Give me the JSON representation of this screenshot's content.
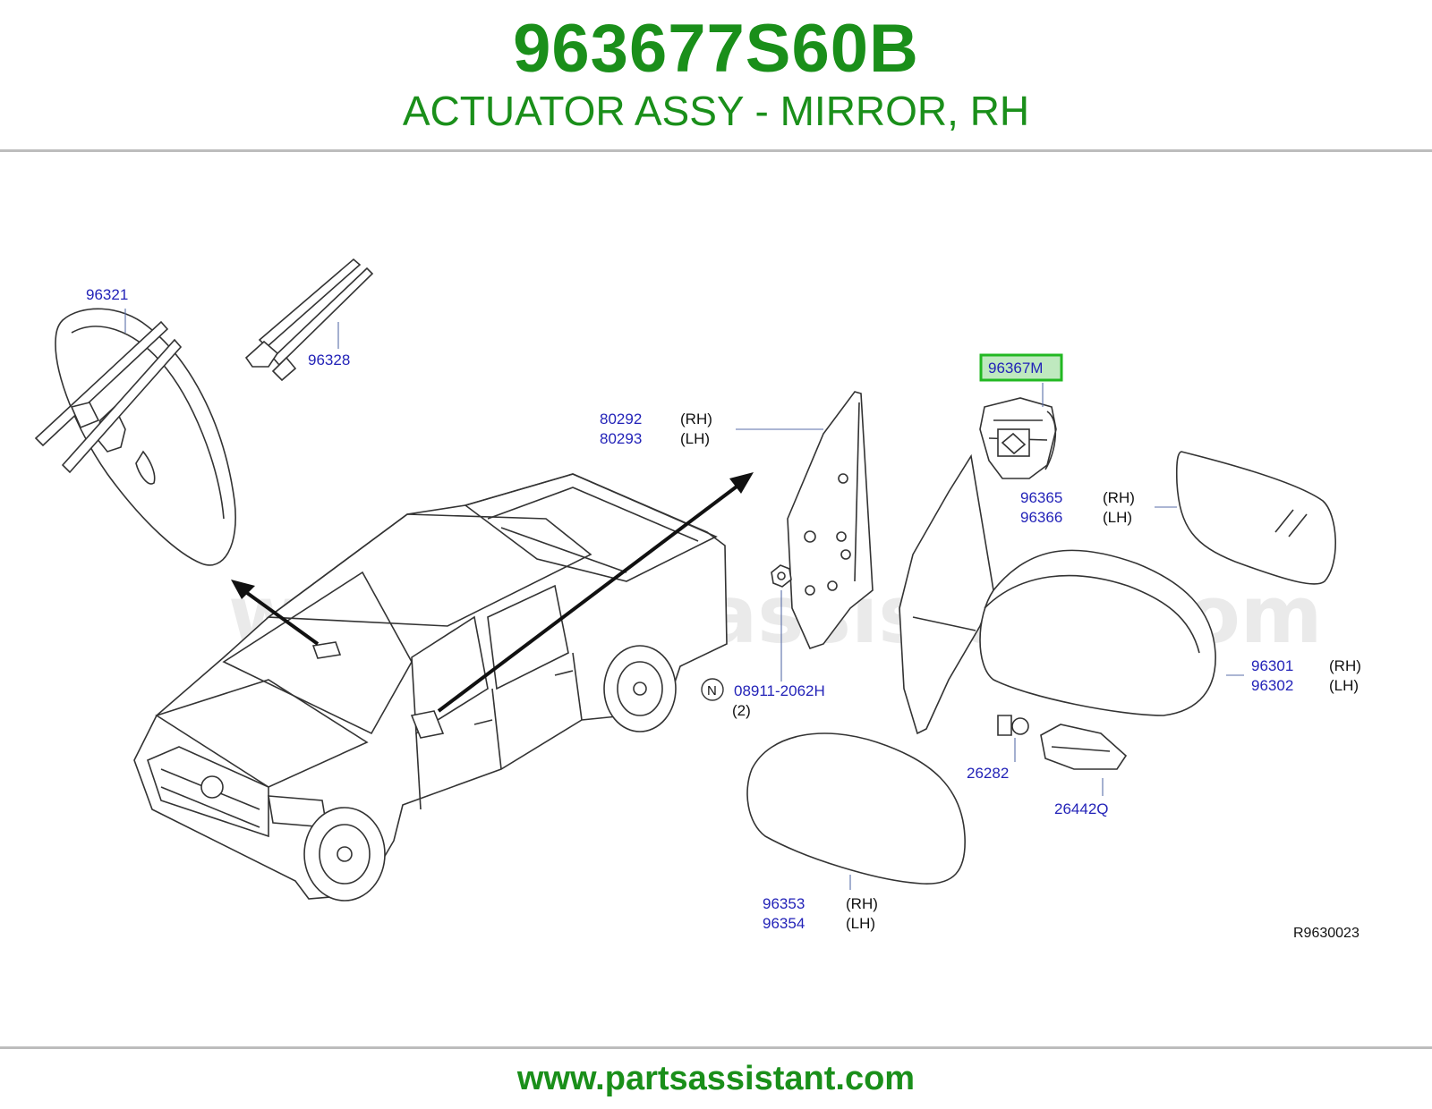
{
  "header": {
    "part_number": "963677S60B",
    "description": "ACTUATOR ASSY - MIRROR, RH"
  },
  "watermark": "www.partsassistant.com",
  "footer": {
    "url": "www.partsassistant.com"
  },
  "labels": {
    "p96321": "96321",
    "p96328": "96328",
    "p96367m": "96367M",
    "p80292": "80292",
    "p80292_side": "(RH)",
    "p80293": "80293",
    "p80293_side": "(LH)",
    "p96365": "96365",
    "p96365_side": "(RH)",
    "p96366": "96366",
    "p96366_side": "(LH)",
    "p96301": "96301",
    "p96301_side": "(RH)",
    "p96302": "96302",
    "p96302_side": "(LH)",
    "p08911": "08911-2062H",
    "p08911_marker": "N",
    "p08911_qty": "(2)",
    "p26282": "26282",
    "p26442q": "26442Q",
    "p96353": "96353",
    "p96353_side": "(RH)",
    "p96354": "96354",
    "p96354_side": "(LH)"
  },
  "diagram_ref": "R9630023",
  "colors": {
    "brand_green": "#1a8f1a",
    "label_blue": "#2323b8",
    "highlight_green": "#22b822",
    "highlight_fill": "#bfe9bf"
  }
}
